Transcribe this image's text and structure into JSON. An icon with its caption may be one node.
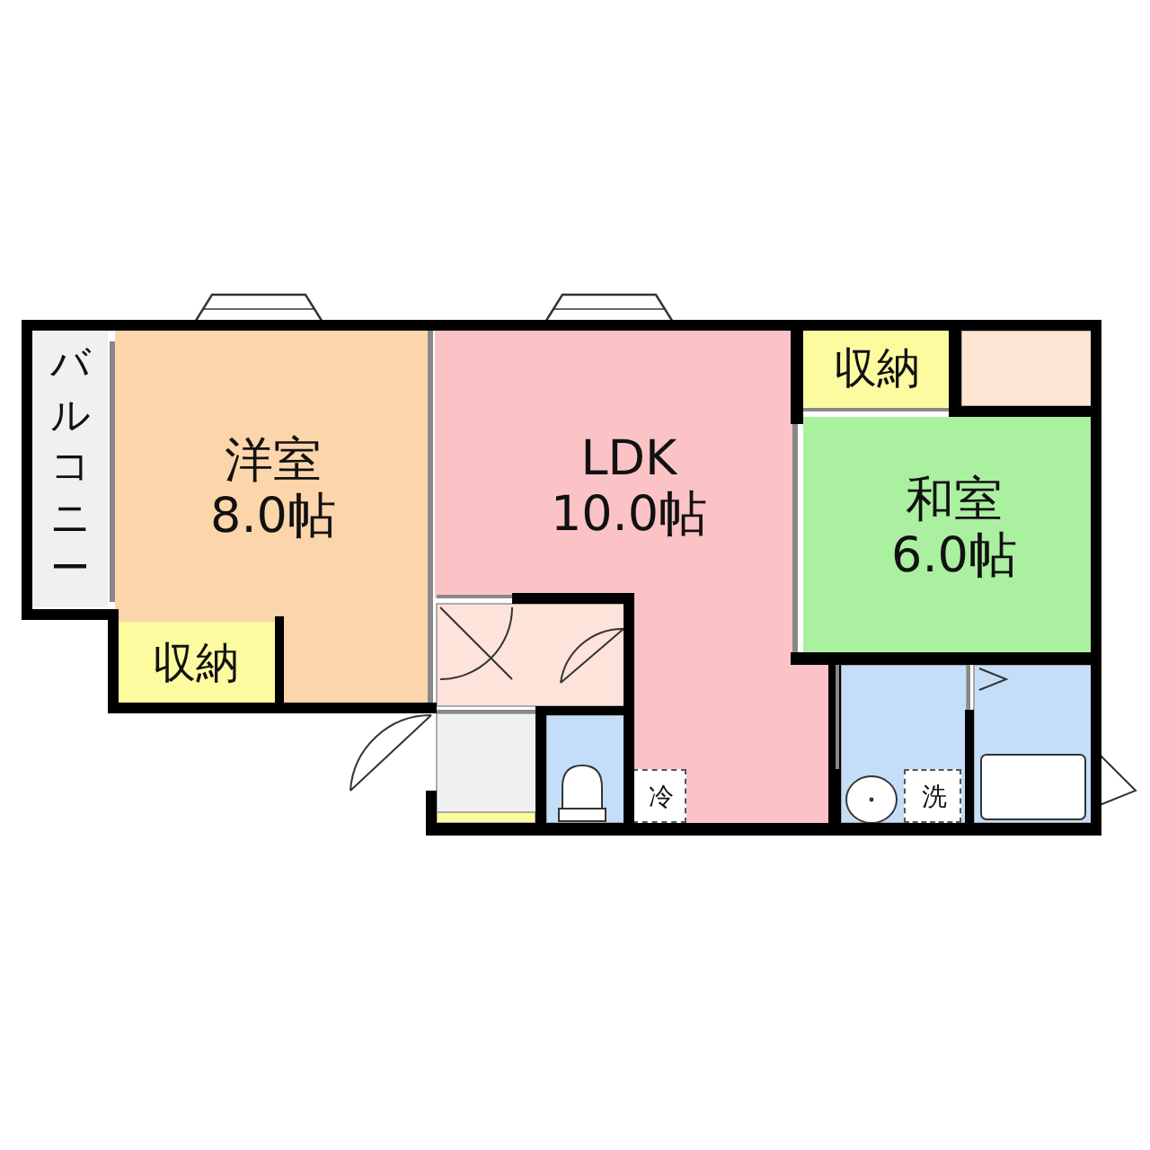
{
  "diagram": {
    "nodes": [
      {
        "text": [
          "バルコニー"
        ]
      },
      {
        "text": [
          "洋室",
          "8.0帖"
        ]
      },
      {
        "text": [
          "収納"
        ],
        "in": 1
      },
      {
        "text": [
          "LDK",
          "10.0帖"
        ]
      },
      {
        "text": [
          "収納"
        ]
      },
      {
        "text": [
          "和室",
          "6.0帖"
        ]
      },
      {
        "text": [
          "冷"
        ],
        "in": 3
      },
      {
        "text": [
          "洗"
        ]
      }
    ]
  }
}
